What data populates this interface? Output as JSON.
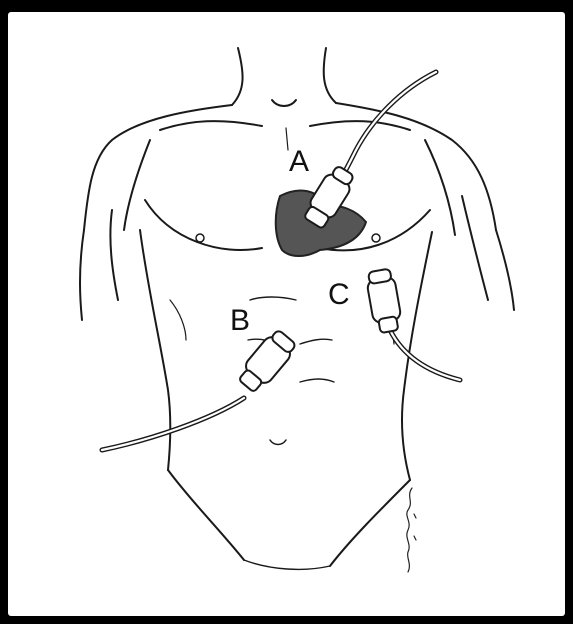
{
  "labels": {
    "a": "A",
    "b": "B",
    "c": "C"
  },
  "colors": {
    "background": "#000000",
    "panel": "#ffffff",
    "line": "#1a1a1a",
    "heart_shade": "#555555"
  },
  "icons": [
    "torso-outline",
    "heart-shape",
    "ultrasound-probe"
  ]
}
